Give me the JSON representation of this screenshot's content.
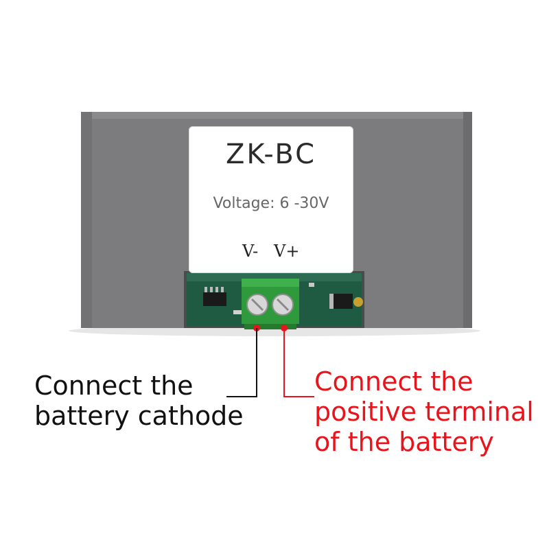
{
  "module": {
    "model": "ZK-BC",
    "voltage": "Voltage: 6 -30V",
    "pin_negative": "V-",
    "pin_positive": "V+"
  },
  "callouts": {
    "negative": {
      "line1": "Connect the",
      "line2": "battery cathode"
    },
    "positive": {
      "line1": "Connect the",
      "line2": "positive terminal",
      "line3": "of the battery"
    }
  },
  "colors": {
    "case": "#7b7b7d",
    "terminal_block": "#2f9a3b",
    "positive_callout": "#e8141c",
    "negative_callout": "#111111"
  }
}
